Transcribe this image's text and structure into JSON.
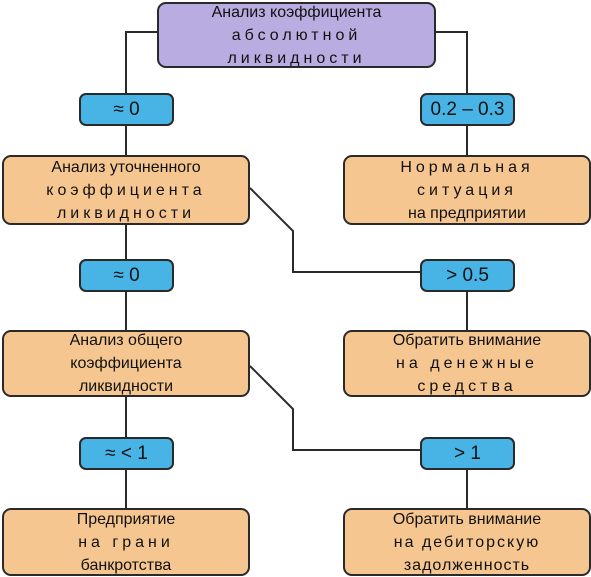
{
  "nodes": {
    "root": {
      "lines": [
        "Анализ коэффициента",
        "абсолютной",
        "ликвидности"
      ]
    },
    "refined": {
      "lines": [
        "Анализ уточненного",
        "коэффициента",
        "ликвидности"
      ]
    },
    "normal": {
      "lines": [
        "Нормальная",
        "ситуация",
        "на предприятии"
      ]
    },
    "general": {
      "lines": [
        "Анализ общего",
        "коэффициента",
        "ликвидности"
      ]
    },
    "cash": {
      "lines": [
        "Обратить внимание",
        "на денежные",
        "средства"
      ]
    },
    "bankruptcy": {
      "lines": [
        "Предприятие",
        "на грани",
        "банкротства"
      ]
    },
    "receivables": {
      "lines": [
        "Обратить внимание",
        "на дебиторскую",
        "задолженность"
      ]
    }
  },
  "badges": {
    "root_left": "≈ 0",
    "root_right": "0.2 – 0.3",
    "refined_down": "≈ 0",
    "refined_right": "> 0.5",
    "general_down": "≈ < 1",
    "general_right": "> 1"
  },
  "colors": {
    "root_fill": "#b9ace0",
    "box_fill": "#f5c690",
    "badge_fill": "#48b4e6",
    "border": "#2a2a2a"
  }
}
